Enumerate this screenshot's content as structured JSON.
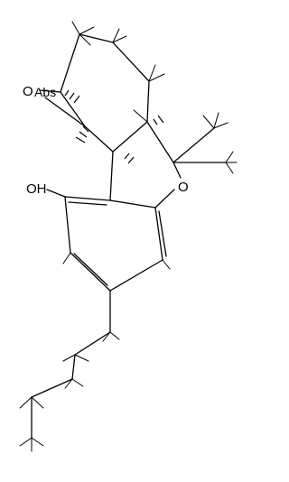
{
  "atom_labels": {
    "oxygen": "O",
    "hydroxyl": "OH",
    "abs_flag": "Abs"
  },
  "bond_color": "#000000",
  "background_color": "#ffffff"
}
